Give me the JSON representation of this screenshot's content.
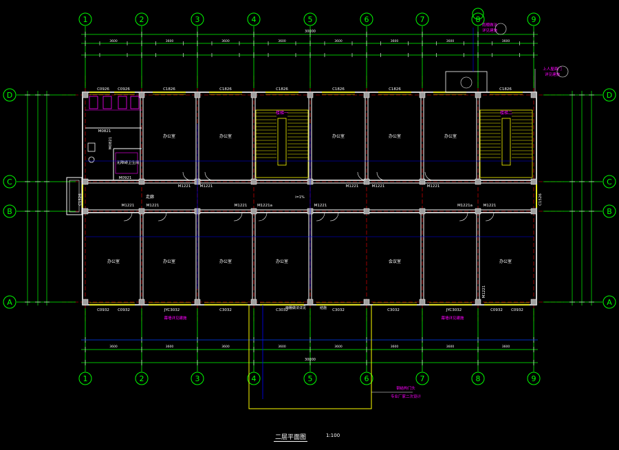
{
  "colors": {
    "background": "#000000",
    "axis": "#00ff00",
    "wall": "#ffffff",
    "column": "#a0a0a0",
    "window": "#ffff00",
    "door": "#ffffff",
    "dimension": "#0000ff",
    "dimension_tick": "#ffffff",
    "center_line": "#ff0000",
    "stair": "#ffff00",
    "label": "#ffffff",
    "toilet": "#ff00ff",
    "outline": "#ffff00"
  },
  "axes_vertical": [
    "1",
    "2",
    "3",
    "4",
    "5",
    "6",
    "7",
    "8",
    "9"
  ],
  "axes_horizontal": [
    "D",
    "C",
    "B",
    "A"
  ],
  "drawing_title": "二层平面图",
  "drawing_scale": "1:100",
  "window_labels_top": [
    "C0926",
    "C0926",
    "C1826",
    "C1826",
    "C1826",
    "C1826",
    "C1826",
    "C1826"
  ],
  "window_labels_bottom": [
    "C0932",
    "C0932",
    "JYC3032",
    "C3032",
    "C3032",
    "C3032",
    "C3032",
    "JYC3032",
    "C0932",
    "C0932"
  ],
  "door_labels": [
    "M1221",
    "M1221",
    "M1221",
    "M1221",
    "M1221",
    "M1221",
    "M1221",
    "M1221",
    "M1221a",
    "M1221",
    "M1221a",
    "M1221"
  ],
  "misc_door_labels": [
    "M0821",
    "M0921",
    "M0821",
    "M1221"
  ],
  "stair_labels": [
    "楼梯一",
    "楼梯二"
  ],
  "room_labels_north": [
    "办公室",
    "办公室",
    "办公室",
    "办公室",
    "办公室"
  ],
  "room_labels_south": [
    "办公室",
    "办公室",
    "办公室",
    "办公室",
    "会议室",
    "办公室"
  ],
  "toilet_label": "无障碍卫生间",
  "corridor_label": "走廊",
  "side_window_labels": [
    "C1526",
    "C1526"
  ],
  "annotations": {
    "top_right_1": "上人屋面门",
    "top_right_2": "详见建施",
    "top_mid_1": "雨棚做法",
    "top_mid_2": "详见建施",
    "bottom_note_1": "雨棚做法详见",
    "bottom_note_2": "结施",
    "bottom_left_note": "幕墙详见建施",
    "bottom_right_note": "幕墙详见建施",
    "entrance_note_1": "钢结构门头",
    "entrance_note_2": "专业厂家二次设计",
    "slope": "i=1%",
    "top_total": "30000",
    "bottom_total": "30000"
  }
}
